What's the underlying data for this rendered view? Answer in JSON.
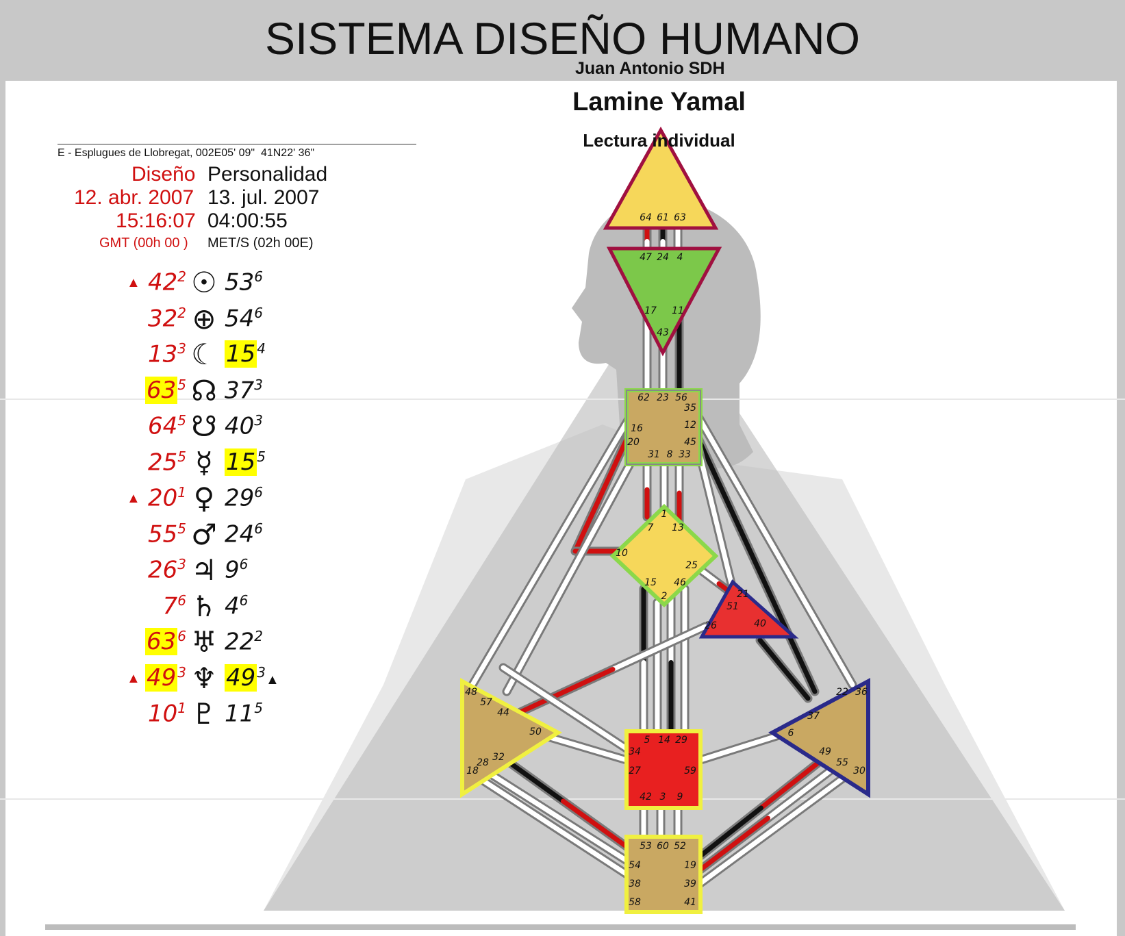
{
  "header": {
    "title": "SISTEMA DISEÑO HUMANO",
    "author": "Juan Antonio SDH"
  },
  "chart": {
    "name": "Lamine Yamal",
    "reading_type": "Lectura individual",
    "location": "E - Esplugues de Llobregat, 002E05' 09\"  41N22' 36\""
  },
  "columns": {
    "design": {
      "label": "Diseño",
      "date": "12. abr. 2007",
      "time": "15:16:07",
      "zone": "GMT (00h 00 )"
    },
    "personality": {
      "label": "Personalidad",
      "date": "13. jul. 2007",
      "time": "04:00:55",
      "zone": "MET/S (02h 00E)"
    }
  },
  "planets": [
    {
      "symbol": "sun-icon",
      "glyph": "☉",
      "design": "42",
      "design_line": "2",
      "personality": "53",
      "personality_line": "6",
      "design_arrow": true,
      "personality_arrow": false,
      "design_hl": false,
      "personality_hl": false
    },
    {
      "symbol": "earth-icon",
      "glyph": "⊕",
      "design": "32",
      "design_line": "2",
      "personality": "54",
      "personality_line": "6",
      "design_arrow": false,
      "personality_arrow": false,
      "design_hl": false,
      "personality_hl": false
    },
    {
      "symbol": "moon-icon",
      "glyph": "☾",
      "design": "13",
      "design_line": "3",
      "personality": "15",
      "personality_line": "4",
      "design_arrow": false,
      "personality_arrow": false,
      "design_hl": false,
      "personality_hl": true
    },
    {
      "symbol": "north-node-icon",
      "glyph": "☊",
      "design": "63",
      "design_line": "5",
      "personality": "37",
      "personality_line": "3",
      "design_arrow": false,
      "personality_arrow": false,
      "design_hl": true,
      "personality_hl": false
    },
    {
      "symbol": "south-node-icon",
      "glyph": "☋",
      "design": "64",
      "design_line": "5",
      "personality": "40",
      "personality_line": "3",
      "design_arrow": false,
      "personality_arrow": false,
      "design_hl": false,
      "personality_hl": false
    },
    {
      "symbol": "mercury-icon",
      "glyph": "☿",
      "design": "25",
      "design_line": "5",
      "personality": "15",
      "personality_line": "5",
      "design_arrow": false,
      "personality_arrow": false,
      "design_hl": false,
      "personality_hl": true
    },
    {
      "symbol": "venus-icon",
      "glyph": "♀",
      "design": "20",
      "design_line": "1",
      "personality": "29",
      "personality_line": "6",
      "design_arrow": true,
      "personality_arrow": false,
      "design_hl": false,
      "personality_hl": false
    },
    {
      "symbol": "mars-icon",
      "glyph": "♂",
      "design": "55",
      "design_line": "5",
      "personality": "24",
      "personality_line": "6",
      "design_arrow": false,
      "personality_arrow": false,
      "design_hl": false,
      "personality_hl": false
    },
    {
      "symbol": "jupiter-icon",
      "glyph": "♃",
      "design": "26",
      "design_line": "3",
      "personality": "9",
      "personality_line": "6",
      "design_arrow": false,
      "personality_arrow": false,
      "design_hl": false,
      "personality_hl": false
    },
    {
      "symbol": "saturn-icon",
      "glyph": "♄",
      "design": "7",
      "design_line": "6",
      "personality": "4",
      "personality_line": "6",
      "design_arrow": false,
      "personality_arrow": false,
      "design_hl": false,
      "personality_hl": false
    },
    {
      "symbol": "uranus-icon",
      "glyph": "♅",
      "design": "63",
      "design_line": "6",
      "personality": "22",
      "personality_line": "2",
      "design_arrow": false,
      "personality_arrow": false,
      "design_hl": true,
      "personality_hl": false
    },
    {
      "symbol": "neptune-icon",
      "glyph": "♆",
      "design": "49",
      "design_line": "3",
      "personality": "49",
      "personality_line": "3",
      "design_arrow": true,
      "personality_arrow": true,
      "design_hl": true,
      "personality_hl": true
    },
    {
      "symbol": "pluto-icon",
      "glyph": "♇",
      "design": "10",
      "design_line": "1",
      "personality": "11",
      "personality_line": "5",
      "design_arrow": false,
      "personality_arrow": false,
      "design_hl": false,
      "personality_hl": false
    }
  ],
  "centers": [
    {
      "id": "head",
      "color": "#f6d75a",
      "gates": [
        "64",
        "61",
        "63"
      ]
    },
    {
      "id": "ajna",
      "color": "#7cc84a",
      "gates": [
        "47",
        "24",
        "4",
        "17",
        "11",
        "43"
      ]
    },
    {
      "id": "throat",
      "color": "#c9a862",
      "gates": [
        "62",
        "23",
        "56",
        "16",
        "35",
        "12",
        "45",
        "20",
        "31",
        "8",
        "33"
      ]
    },
    {
      "id": "g",
      "color": "#f6d75a",
      "gates": [
        "1",
        "7",
        "13",
        "10",
        "25",
        "15",
        "46",
        "2"
      ]
    },
    {
      "id": "heart",
      "color": "#e83030",
      "gates": [
        "21",
        "51",
        "26",
        "40"
      ]
    },
    {
      "id": "spleen",
      "color": "#c9a862",
      "gates": [
        "48",
        "57",
        "44",
        "50",
        "32",
        "18",
        "28"
      ]
    },
    {
      "id": "sacral",
      "color": "#e82020",
      "gates": [
        "5",
        "14",
        "29",
        "34",
        "27",
        "59",
        "42",
        "3",
        "9"
      ]
    },
    {
      "id": "solar-plexus",
      "color": "#c9a862",
      "gates": [
        "22",
        "36",
        "37",
        "6",
        "49",
        "55",
        "30"
      ]
    },
    {
      "id": "root",
      "color": "#c9a862",
      "gates": [
        "53",
        "60",
        "52",
        "54",
        "19",
        "38",
        "39",
        "58",
        "41"
      ]
    }
  ],
  "colors": {
    "design": "#d01010",
    "personality": "#111111",
    "highlight": "#ffff00"
  }
}
